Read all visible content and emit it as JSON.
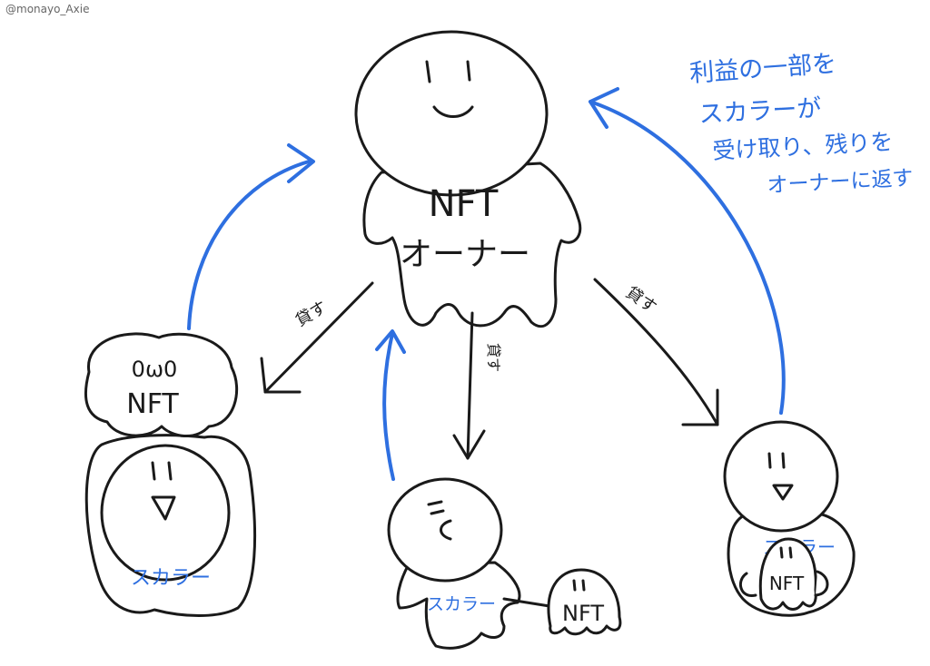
{
  "credit": "@monayo_Axie",
  "owner": {
    "label_line1": "NFT",
    "label_line2": "オーナー"
  },
  "lend_label": "貸す",
  "scholar_label": "スカラー",
  "nft_label": "NFT",
  "left_nft_face": "0ω0",
  "note_lines": [
    "利益の一部を",
    "スカラーが",
    "受け取り、残りを",
    "オーナーに返す"
  ],
  "colors": {
    "ink": "#1a1a1a",
    "accent_blue": "#2e6fe0"
  }
}
